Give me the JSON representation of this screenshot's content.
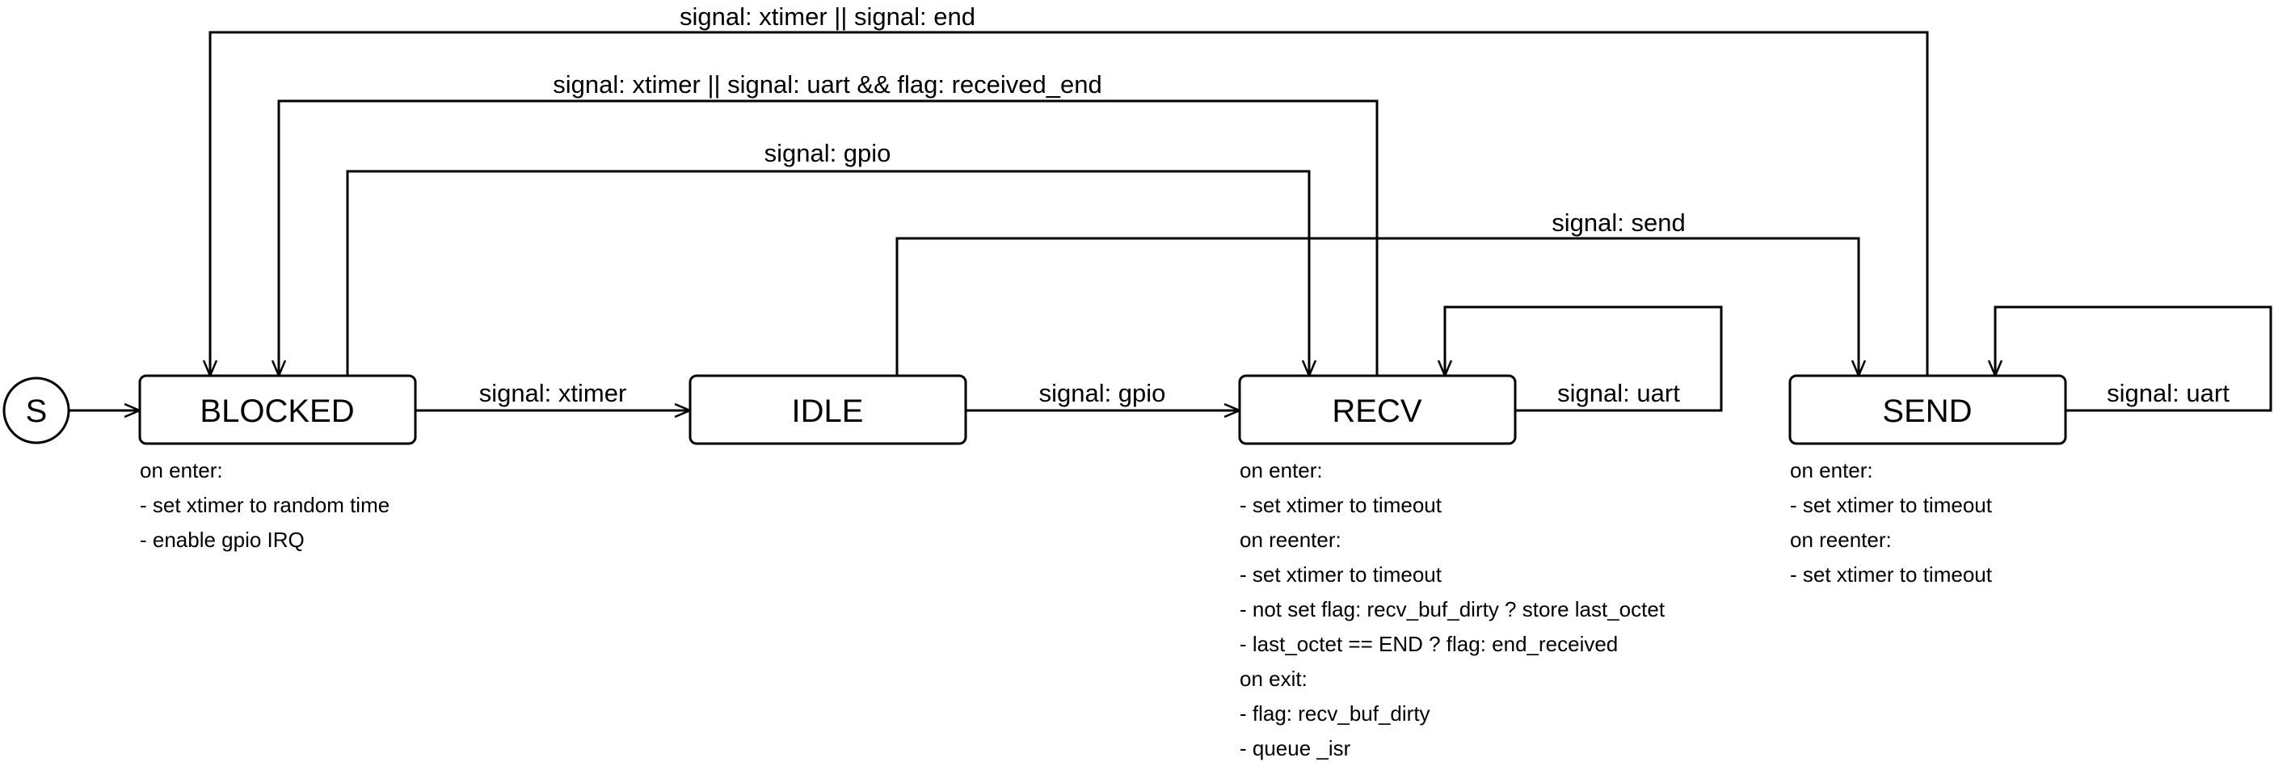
{
  "start_state": {
    "label": "S"
  },
  "states": {
    "blocked": {
      "label": "BLOCKED"
    },
    "idle": {
      "label": "IDLE"
    },
    "recv": {
      "label": "RECV"
    },
    "send": {
      "label": "SEND"
    }
  },
  "transitions": {
    "blocked_to_idle": "signal: xtimer",
    "idle_to_recv": "signal: gpio",
    "recv_self": "signal: uart",
    "send_self": "signal: uart",
    "blocked_to_recv": "signal: gpio",
    "recv_to_blocked": "signal: xtimer || signal: uart && flag: received_end",
    "send_to_blocked": "signal: xtimer || signal: end",
    "idle_to_send": "signal: send"
  },
  "notes": {
    "blocked": [
      "on enter:",
      "- set xtimer to random time",
      "- enable gpio IRQ"
    ],
    "recv": [
      "on enter:",
      "- set xtimer to timeout",
      "on reenter:",
      "- set xtimer to timeout",
      "- not set flag: recv_buf_dirty ? store last_octet",
      "- last_octet == END ? flag: end_received",
      "on exit:",
      "- flag: recv_buf_dirty",
      "- queue _isr"
    ],
    "send": [
      "on enter:",
      "- set xtimer to timeout",
      "on reenter:",
      "- set xtimer to timeout"
    ]
  }
}
